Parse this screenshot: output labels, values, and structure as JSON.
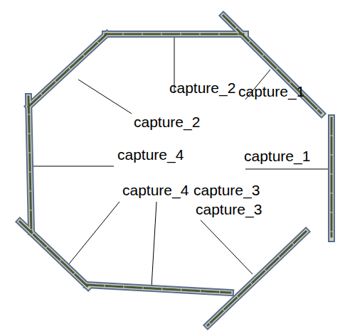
{
  "diagram": {
    "labels": [
      "capture_2",
      "capture_1",
      "capture_2",
      "capture_4",
      "capture_1",
      "capture_4",
      "capture_3",
      "capture_3"
    ]
  }
}
